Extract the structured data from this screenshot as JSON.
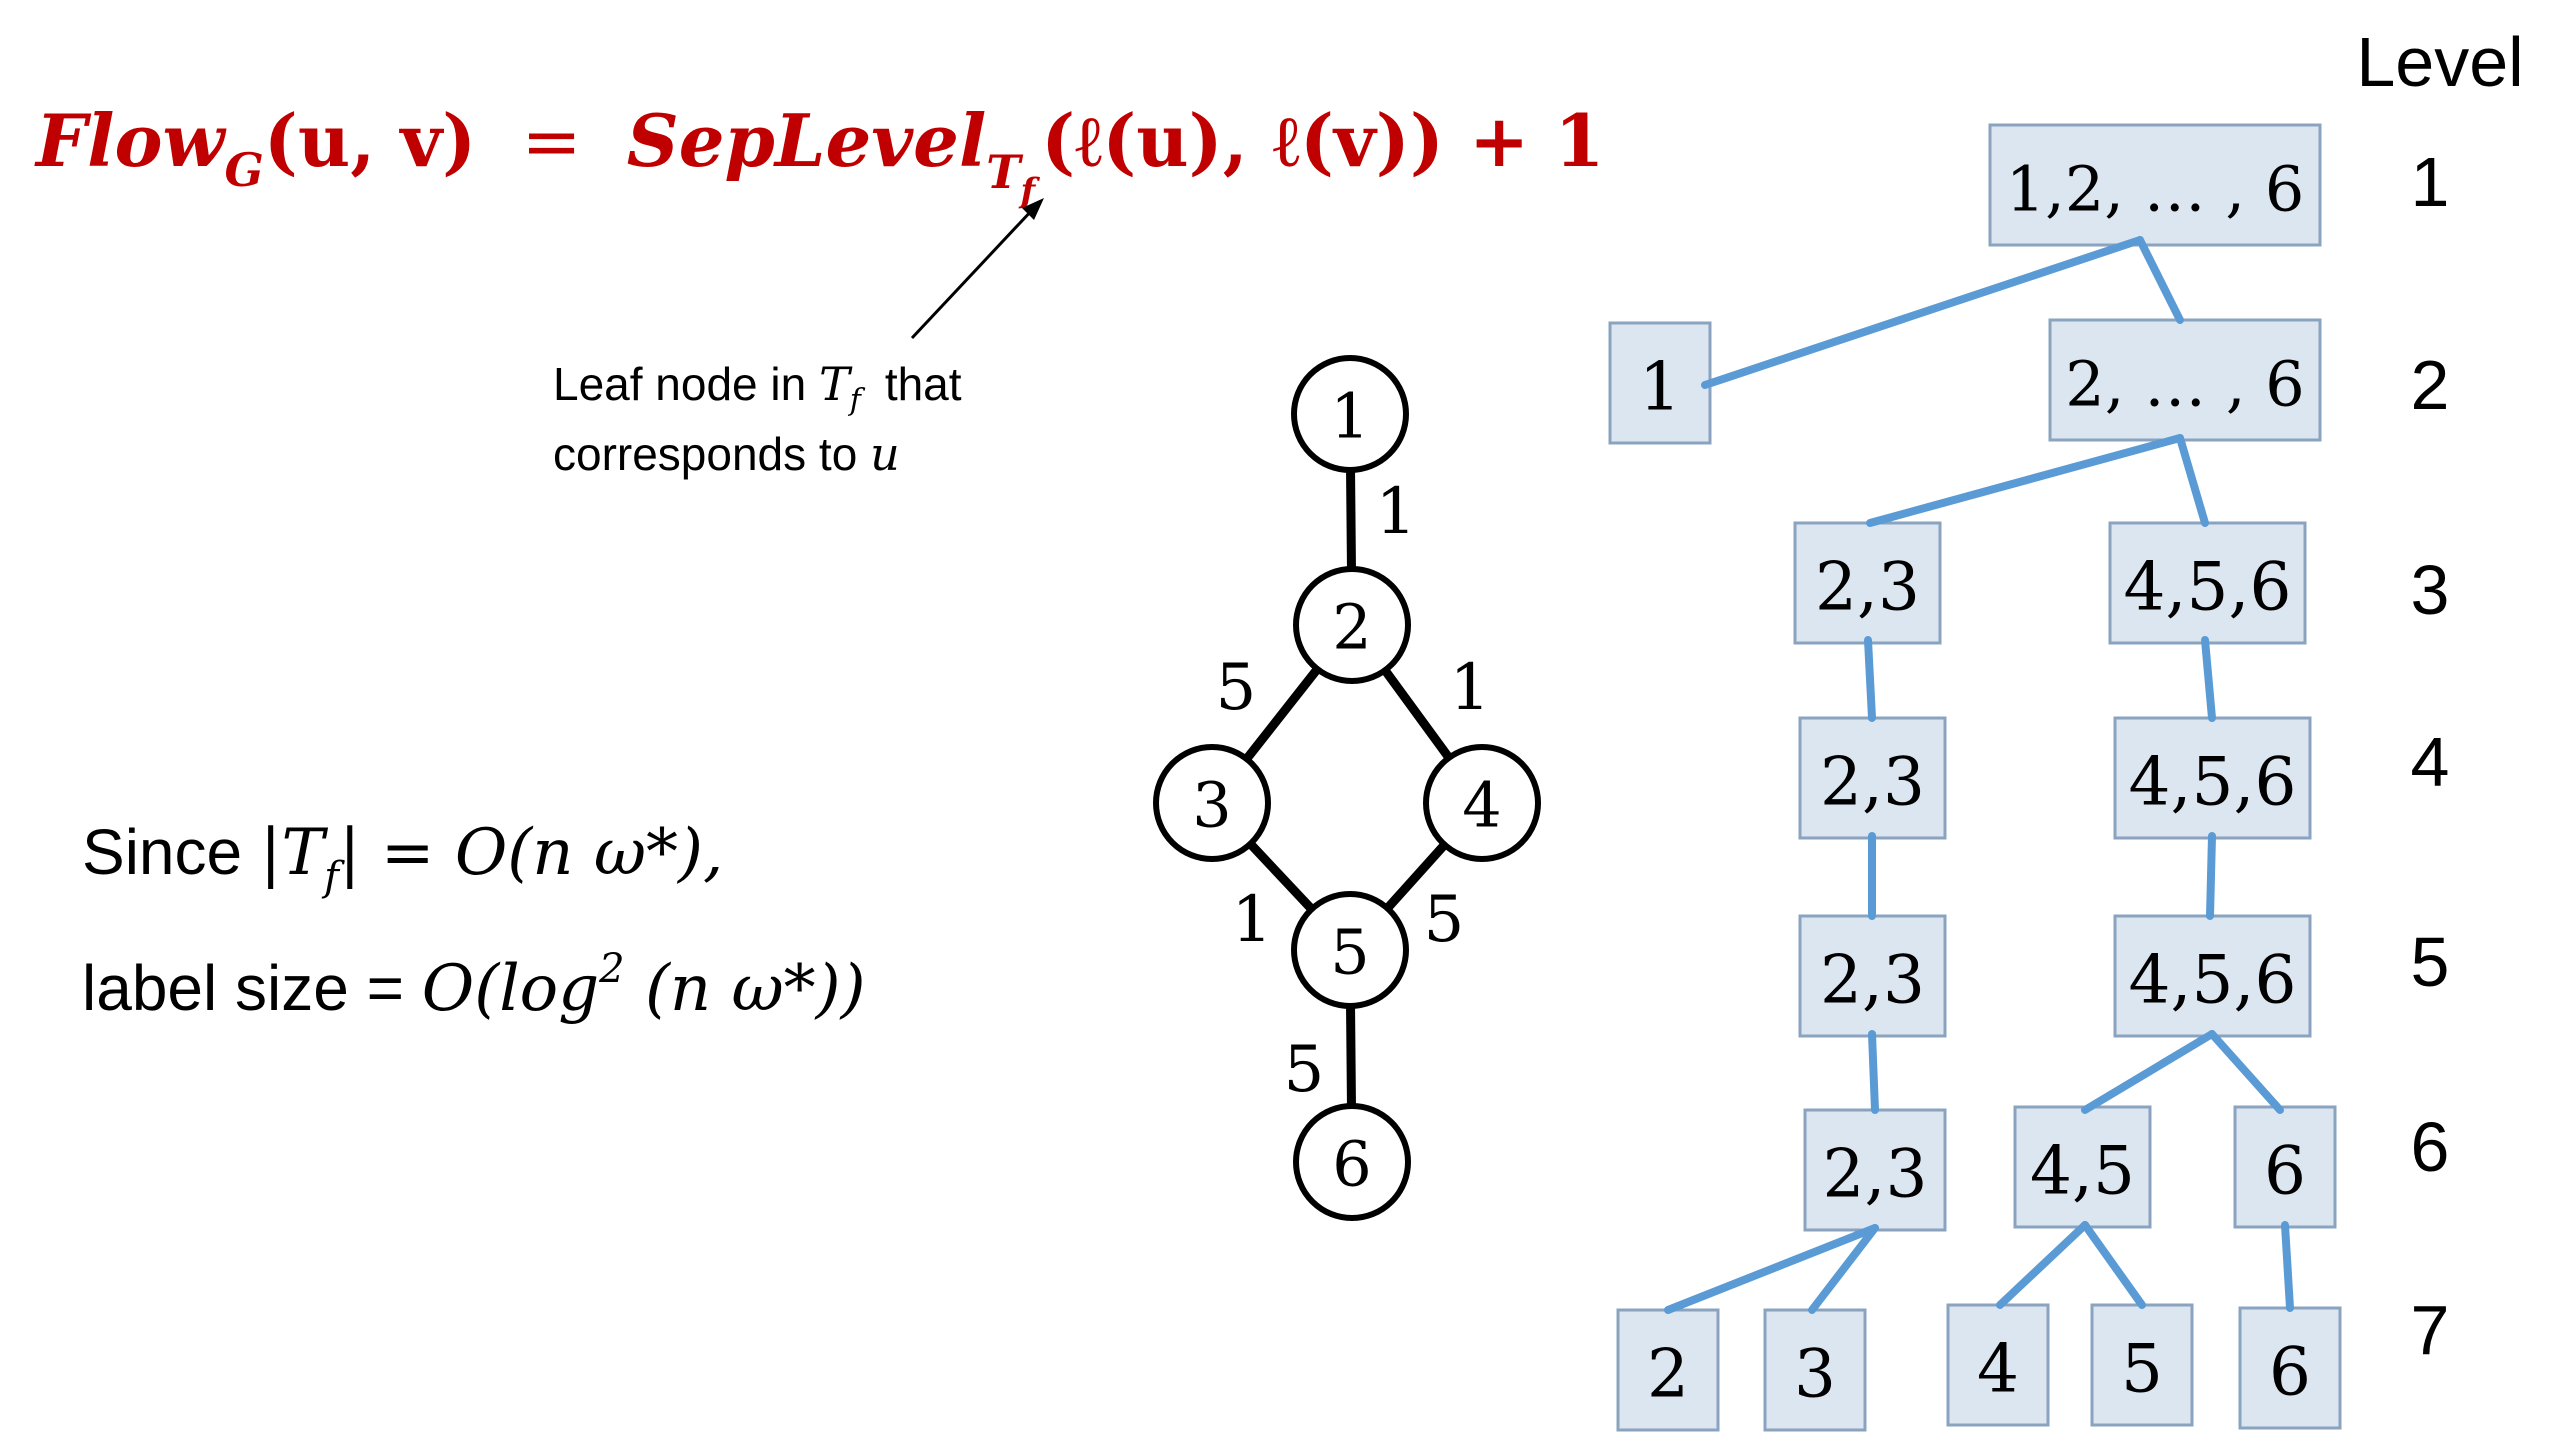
{
  "formula": {
    "flow": "Flow",
    "flow_sub": "G",
    "args": "(u, v)",
    "equals": "=",
    "seplevel": "SepLevel",
    "seplevel_sub_T": "T",
    "seplevel_sub_f": "f",
    "rhs_args": "(ℓ(u), ℓ(v)) + 1"
  },
  "annotation": {
    "line1_prefix": "Leaf node in ",
    "line1_math_T": "T",
    "line1_math_f": "f",
    "line1_suffix": "that",
    "line2_prefix": "corresponds to ",
    "line2_math": "u"
  },
  "since": {
    "line1_prefix": "Since ",
    "line1_math": "|T",
    "line1_math_f": "f",
    "line1_rest": "| = O(n ω*),",
    "line2_prefix": "label size = ",
    "line2_math": "O(log",
    "line2_sup": "2",
    "line2_rest": " (n ω*))"
  },
  "graph": {
    "nodes": [
      {
        "id": "1",
        "label": "1"
      },
      {
        "id": "2",
        "label": "2"
      },
      {
        "id": "3",
        "label": "3"
      },
      {
        "id": "4",
        "label": "4"
      },
      {
        "id": "5",
        "label": "5"
      },
      {
        "id": "6",
        "label": "6"
      }
    ],
    "edges": [
      {
        "from": "1",
        "to": "2",
        "weight": "1"
      },
      {
        "from": "2",
        "to": "3",
        "weight": "5"
      },
      {
        "from": "2",
        "to": "4",
        "weight": "1"
      },
      {
        "from": "3",
        "to": "5",
        "weight": "1"
      },
      {
        "from": "4",
        "to": "5",
        "weight": "5"
      },
      {
        "from": "5",
        "to": "6",
        "weight": "5"
      }
    ]
  },
  "tree": {
    "level_header": "Level",
    "levels": [
      "1",
      "2",
      "3",
      "4",
      "5",
      "6",
      "7"
    ],
    "nodes": [
      {
        "id": "r",
        "label": "1,2, … , 6",
        "level": 1
      },
      {
        "id": "a1",
        "label": "1",
        "level": 2
      },
      {
        "id": "b",
        "label": "2, … , 6",
        "level": 2
      },
      {
        "id": "c23",
        "label": "2,3",
        "level": 3
      },
      {
        "id": "c456",
        "label": "4,5,6",
        "level": 3
      },
      {
        "id": "d23",
        "label": "2,3",
        "level": 4
      },
      {
        "id": "d456",
        "label": "4,5,6",
        "level": 4
      },
      {
        "id": "e23",
        "label": "2,3",
        "level": 5
      },
      {
        "id": "e456",
        "label": "4,5,6",
        "level": 5
      },
      {
        "id": "f23",
        "label": "2,3",
        "level": 6
      },
      {
        "id": "f45",
        "label": "4,5",
        "level": 6
      },
      {
        "id": "f6",
        "label": "6",
        "level": 6
      },
      {
        "id": "g2",
        "label": "2",
        "level": 7
      },
      {
        "id": "g3",
        "label": "3",
        "level": 7
      },
      {
        "id": "g4",
        "label": "4",
        "level": 7
      },
      {
        "id": "g5",
        "label": "5",
        "level": 7
      },
      {
        "id": "g6",
        "label": "6",
        "level": 7
      }
    ],
    "edges": [
      [
        "r",
        "a1"
      ],
      [
        "r",
        "b"
      ],
      [
        "b",
        "c23"
      ],
      [
        "b",
        "c456"
      ],
      [
        "c23",
        "d23"
      ],
      [
        "c456",
        "d456"
      ],
      [
        "d23",
        "e23"
      ],
      [
        "d456",
        "e456"
      ],
      [
        "e23",
        "f23"
      ],
      [
        "e456",
        "f45"
      ],
      [
        "e456",
        "f6"
      ],
      [
        "f23",
        "g2"
      ],
      [
        "f23",
        "g3"
      ],
      [
        "f45",
        "g4"
      ],
      [
        "f45",
        "g5"
      ],
      [
        "f6",
        "g6"
      ]
    ]
  },
  "colors": {
    "formula": "#c00000",
    "tree_box_fill": "#dce6f1",
    "tree_edge": "#5b9bd5"
  }
}
